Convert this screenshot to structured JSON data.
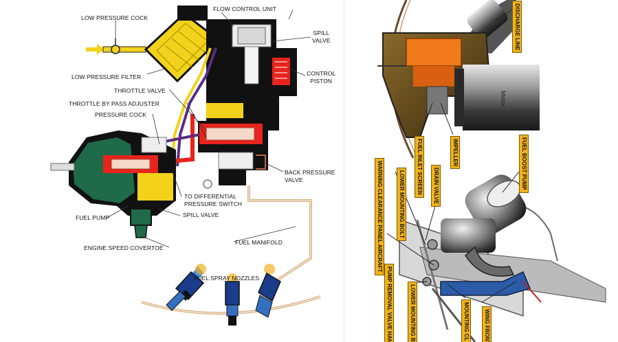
{
  "left_diagram": {
    "labels": {
      "low_pressure_cock": "LOW PRESSURE COCK",
      "flow_control_unit": "FLOW CONTROL UNIT",
      "spill_valve_top": "SPILL\nVALVE",
      "control_piston": "CONTROL\nPISTON",
      "low_pressure_filter": "LOW PRESSURE FILTER",
      "throttle_valve": "THROTTLE VALVE",
      "throttle_by_pass_adjuster": "THROTTLE BY PASS ADJUSTER",
      "pressure_cock": "PRESSURE COCK",
      "back_pressure_valve": "BACK PRESSURE\nVALVE",
      "to_differential_pressure_switch": "TO DIFFERENTIAL\nPRESSURE SWITCH",
      "fuel_pump": "FUEL PUMP",
      "spill_valve_bottom": "SPILL VALVE",
      "engine_speed_covertoe": "ENGINE SPEED COVERTOE",
      "fuel_manifold": "FUEL MANIFOLD",
      "fuel_spray_nozzles": "FUEL SPRAY NOZZLES"
    }
  },
  "right_diagram": {
    "motor_label": "Motor",
    "labels": {
      "discharge_line": "DISCHARGE LINE",
      "impeller": "IMPELLER",
      "fuel_inlet_screen": "FUEL INLET SCREEN",
      "fuel_boost_pump": "FUEL BOOST PUMP",
      "drain_valve": "DRAIN VALVE",
      "lower_mounting_bolt_top": "LOWER MOUNTING BOLT",
      "warning_clearance": "WARNING CLEARANCE PANEL AIRCRAFT",
      "pump_removal_valve": "PUMP REMOVAL VALVE HAND",
      "lower_mounting_bolt_bottom": "LOWER MOUNTING BOL",
      "mounting_cl": "MOUNTING CL",
      "wing_front": "WING FRONT"
    }
  },
  "colors": {
    "fuel_yellow": "#f2d21a",
    "high_pressure_red": "#e8241c",
    "body_black": "#111111",
    "servo_purple": "#5a2d82",
    "pump_green": "#1f6a48",
    "label_orange": "#f2b21c",
    "pump_orange": "#f07a1a"
  }
}
